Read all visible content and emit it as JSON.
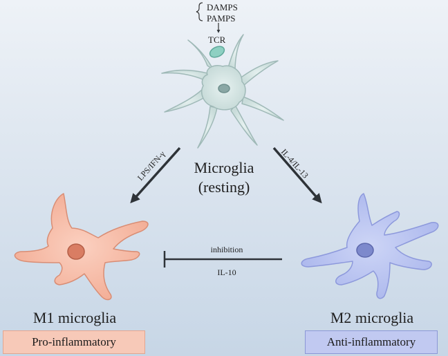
{
  "stimuli": {
    "line1": "DAMPS",
    "line2": "PAMPS"
  },
  "receptor": {
    "label": "TCR"
  },
  "resting": {
    "line1": "Microglia",
    "line2": "(resting)"
  },
  "pathways": {
    "to_m1": "LPS/IFN-γ",
    "to_m2": "IL-4/IL-13",
    "inhibition_top": "inhibition",
    "inhibition_bottom": "IL-10"
  },
  "m1": {
    "title": "M1 microglia",
    "phenotype": "Pro-inflammatory"
  },
  "m2": {
    "title": "M2 microglia",
    "phenotype": "Anti-inflammatory"
  },
  "colors": {
    "background_top": "#eef2f7",
    "background_bottom": "#c7d6e6",
    "resting_cell": "#d3e4e3",
    "resting_outline": "#9fb9b7",
    "m1_cell": "#f5b8a3",
    "m1_outline": "#d98d74",
    "m1_box": "#f7c9b8",
    "m2_cell": "#b9c3f0",
    "m2_outline": "#8d99dc",
    "m2_box": "#c1c9f1",
    "arrow": "#2e3338"
  }
}
